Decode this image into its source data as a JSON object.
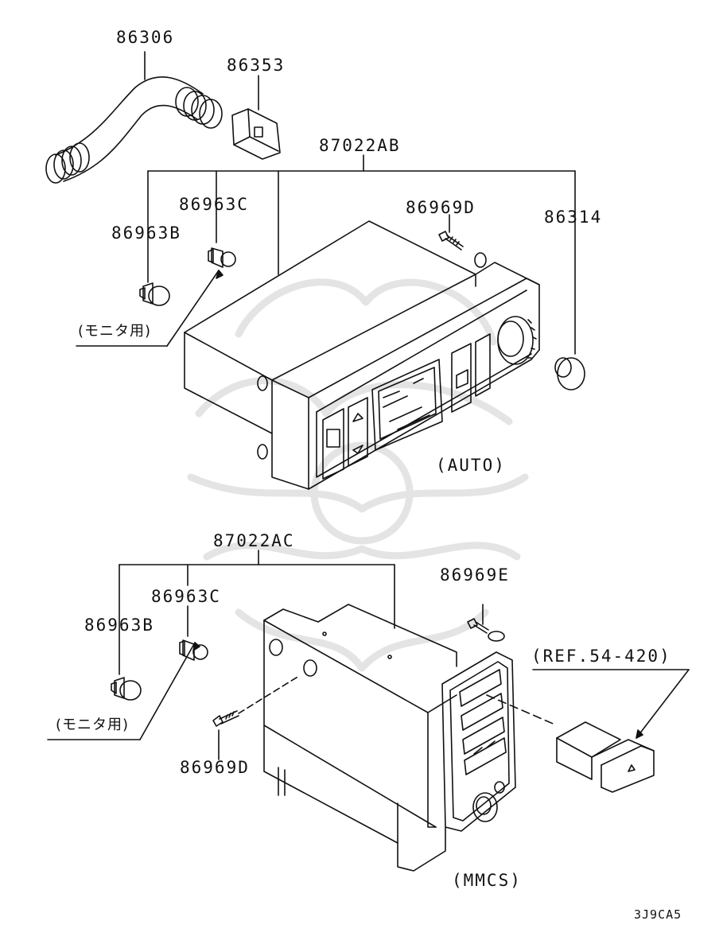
{
  "colors": {
    "ink": "#111111",
    "watermark": "#e4e4e4",
    "background": "#ffffff"
  },
  "parts_top": {
    "hose": "86306",
    "connector": "86353",
    "assembly": "87022AB",
    "bulb_small": "86963C",
    "bulb_large": "86963B",
    "screw": "86969D",
    "knob": "86314",
    "monitor_note": "(モニタ用)",
    "variant": "(AUTO)"
  },
  "parts_bottom": {
    "assembly": "87022AC",
    "screw_top": "86969E",
    "bulb_small": "86963C",
    "bulb_large": "86963B",
    "screw_side": "86969D",
    "monitor_note": "(モニタ用)",
    "reference": "(REF.54-420)",
    "variant": "(MMCS)"
  },
  "diagram_code": "3J9CA5"
}
